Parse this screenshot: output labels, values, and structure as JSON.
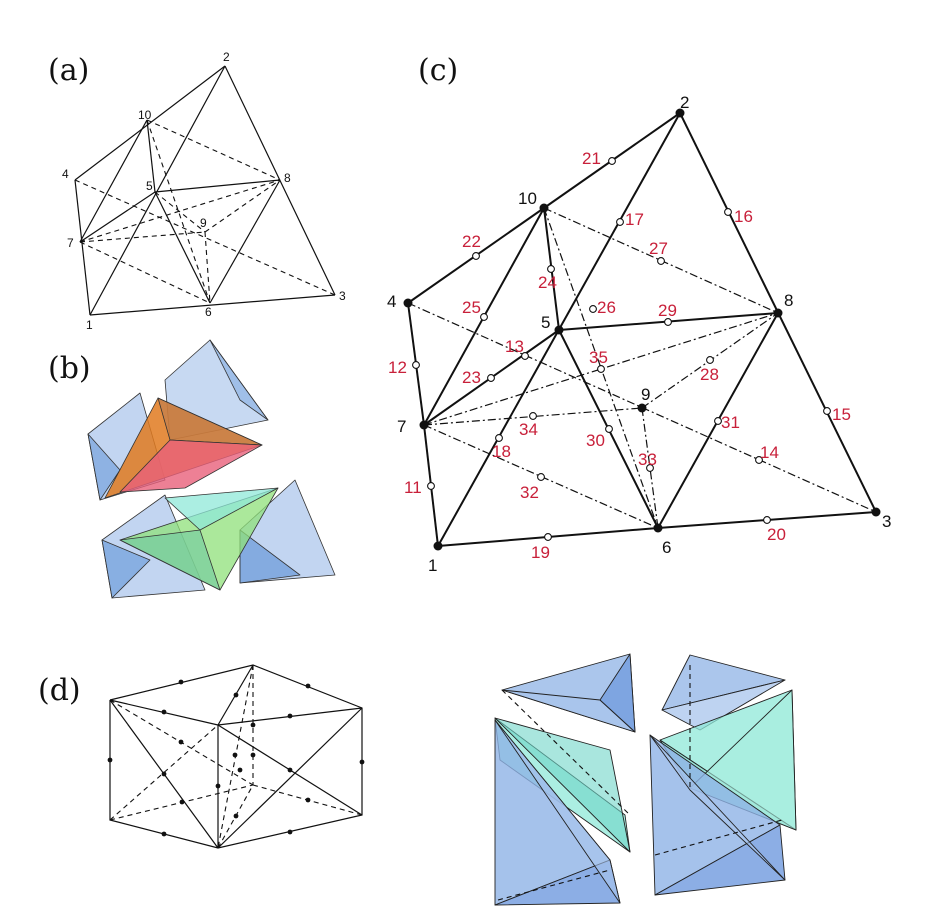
{
  "panels": {
    "a": {
      "label": "(a)",
      "vertices": [
        "1",
        "2",
        "3",
        "4",
        "5",
        "6",
        "7",
        "8",
        "9",
        "10"
      ]
    },
    "b": {
      "label": "(b)"
    },
    "c": {
      "label": "(c)",
      "vertices": [
        "1",
        "2",
        "3",
        "4",
        "5",
        "6",
        "7",
        "8",
        "9",
        "10"
      ],
      "midnodes": [
        "11",
        "12",
        "13",
        "14",
        "15",
        "16",
        "17",
        "18",
        "19",
        "20",
        "21",
        "22",
        "23",
        "24",
        "25",
        "26",
        "27",
        "28",
        "29",
        "30",
        "31",
        "32",
        "33",
        "34",
        "35"
      ]
    },
    "d": {
      "label": "(d)"
    }
  },
  "colors": {
    "blue": "#8fb3e6",
    "orange": "#e07a20",
    "pink": "#e8607a",
    "green": "#8fe07a",
    "cyan": "#8fe8d8",
    "label_red": "#c8203a"
  }
}
